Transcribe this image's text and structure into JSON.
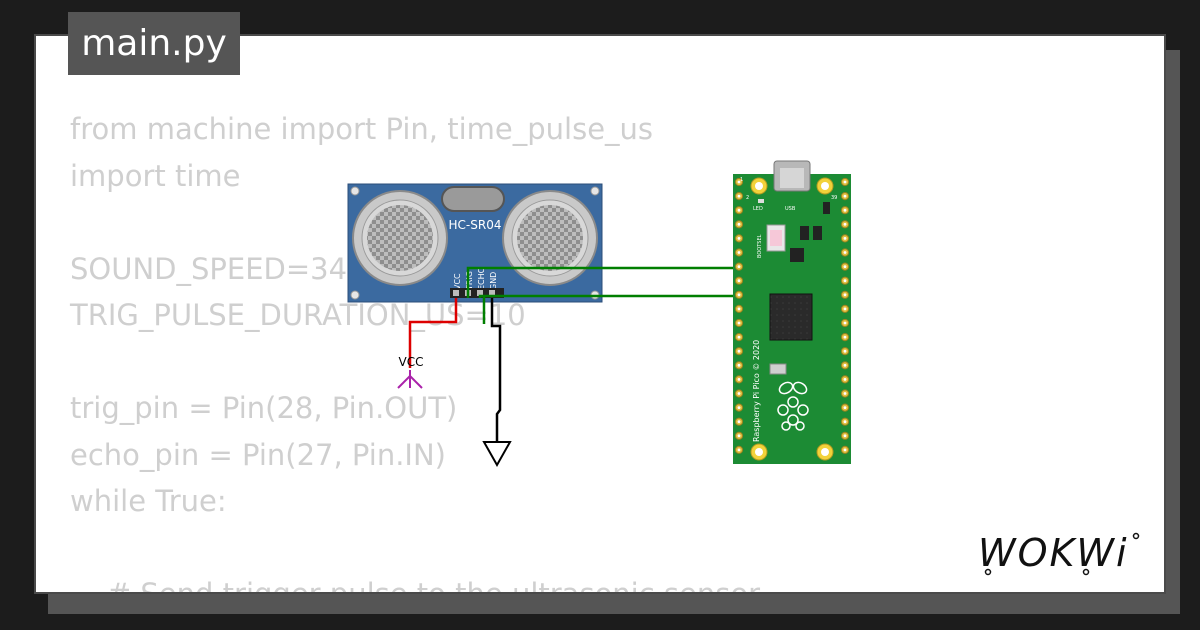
{
  "tab": {
    "filename": "main.py"
  },
  "code": {
    "lines": [
      "from machine import Pin, time_pulse_us",
      "import time",
      "",
      "SOUND_SPEED=340",
      "TRIG_PULSE_DURATION_US=10",
      "",
      "trig_pin = Pin(28, Pin.OUT)",
      "echo_pin = Pin(27, Pin.IN)",
      "while True:",
      "",
      "    # Send trigger pulse to the ultrasonic sensor"
    ]
  },
  "sensor": {
    "model": "HC-SR04",
    "pins": [
      "VCC",
      "TRIG",
      "ECHO",
      "GND"
    ]
  },
  "power": {
    "vcc_label": "VCC"
  },
  "pico": {
    "led_label": "LED",
    "usb_label": "USB",
    "bootsel_label": "BOOTSEL",
    "board_text": "Raspberry Pi Pico © 2020",
    "pin_left_top": "1",
    "pin_left_2": "2",
    "pin_right_top": "39"
  },
  "brand": {
    "logo_text": "WOKWi"
  },
  "colors": {
    "wire_red": "#dd0000",
    "wire_green": "#007f00",
    "wire_black": "#000000",
    "vcc_symbol": "#aa22aa",
    "sensor_blue": "#3b6aa0",
    "pico_green": "#1c8b34"
  }
}
